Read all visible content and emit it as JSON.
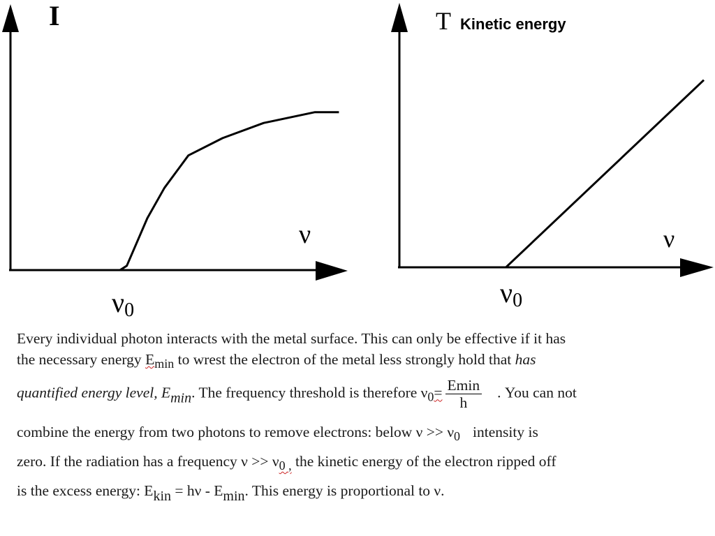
{
  "left_graph": {
    "y_label": "I",
    "x_label": "ν",
    "threshold_label": "ν",
    "threshold_sub": "0"
  },
  "right_graph": {
    "y_label": "T",
    "y_label_desc": "Kinetic energy",
    "x_label": "ν",
    "threshold_label": "ν",
    "threshold_sub": "0"
  },
  "chart_data": [
    {
      "type": "line",
      "title": "",
      "ylabel": "I",
      "xlabel": "ν",
      "x_marker": "ν0",
      "series": [
        {
          "x": [
            0.32,
            0.34,
            0.4,
            0.45,
            0.52,
            0.62,
            0.74,
            0.89,
            0.96
          ],
          "y": [
            0.0,
            0.02,
            0.24,
            0.38,
            0.53,
            0.61,
            0.68,
            0.73,
            0.73
          ]
        }
      ]
    },
    {
      "type": "line",
      "title": "",
      "ylabel": "T  Kinetic energy",
      "xlabel": "ν",
      "x_marker": "ν0",
      "series": [
        {
          "x": [
            0.35,
            1.0
          ],
          "y": [
            0.0,
            0.86
          ]
        }
      ]
    }
  ],
  "text": {
    "l1": "Every individual photon interacts with the metal surface. This can only be effective if it has",
    "l2a": "the necessary energy ",
    "l2_E": "E",
    "l2_min": "min",
    "l2b": " to wrest the electron of the metal less strongly hold that ",
    "l2_italic": "has",
    "l3_italic": "quantified energy level, E",
    "l3_italic_sub": "min",
    "l3a": ".  The frequency threshold is therefore ν",
    "l3_sub0": "0",
    "l3_eq": "=",
    "frac_num": "Emin",
    "frac_den": "h",
    "l3b": ". You can not",
    "l4a": "combine the energy from two photons to remove electrons: below ν  >> ν",
    "l4_sub0": "0",
    "l4b": "intensity is",
    "l5a": "zero. If the radiation has a frequency ν  >> ν",
    "l5_sub": "0 ,",
    "l5b": " the kinetic energy of the electron ripped off",
    "l6a": "is the excess energy:  E",
    "l6_kin": "kin",
    "l6b": " = hν - E",
    "l6_min": "min",
    "l6c": ". This energy is proportional to ν."
  }
}
